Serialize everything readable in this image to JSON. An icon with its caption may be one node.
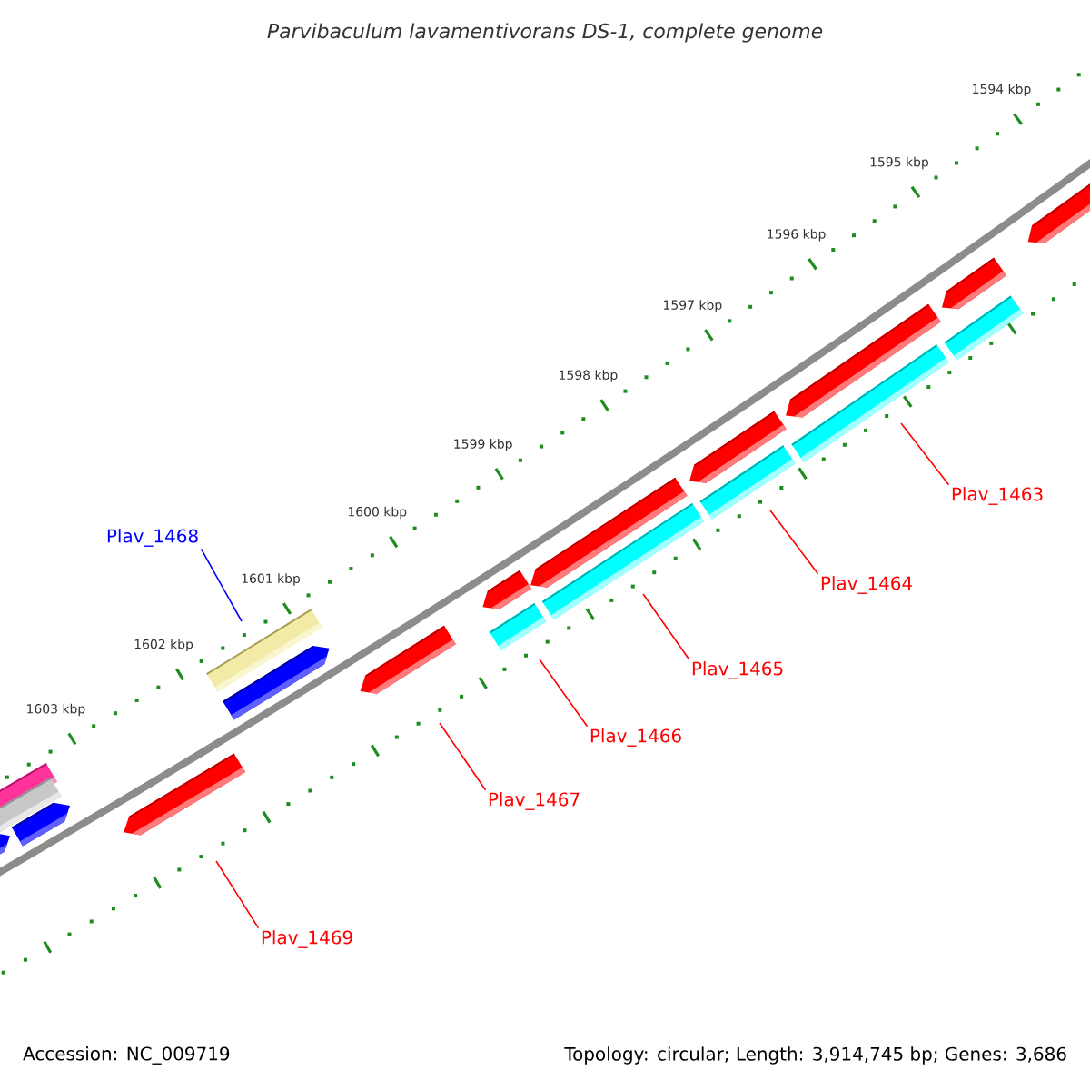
{
  "diagram": {
    "title": "*Parvibaculum lavamentivorans* DS-1, complete genome",
    "nodes": [
      {
        "text": [
          "Plav_1463"
        ]
      },
      {
        "text": [
          "Plav_1468"
        ]
      },
      {
        "text": [
          "Plav_1464"
        ]
      },
      {
        "text": [
          "Plav_1465"
        ]
      },
      {
        "text": [
          "Plav_1466"
        ]
      },
      {
        "text": [
          "Plav_1467"
        ]
      },
      {
        "text": [
          "Plav_1469"
        ]
      }
    ],
    "edges": [
      {
        "from": 0,
        "to": null,
        "arrow": "none"
      },
      {
        "from": 1,
        "to": null,
        "arrow": "none",
        "color": "#0000ff"
      },
      {
        "from": 2,
        "to": null,
        "arrow": "none"
      },
      {
        "from": 3,
        "to": null,
        "arrow": "none"
      },
      {
        "from": 4,
        "to": null,
        "arrow": "none"
      },
      {
        "from": 5,
        "to": null,
        "arrow": "none"
      },
      {
        "from": 6,
        "to": null,
        "arrow": "none"
      }
    ],
    "labels": [
      "1594 kbp",
      "1595 kbp",
      "1596 kbp",
      "1597 kbp",
      "1598 kbp",
      "1599 kbp",
      "1600 kbp",
      "1601 kbp",
      "1602 kbp",
      "1603 kbp",
      "Accession: NC_009719",
      "Topology: circular; Length: 3,914,745 bp; Genes: 3,686"
    ]
  }
}
